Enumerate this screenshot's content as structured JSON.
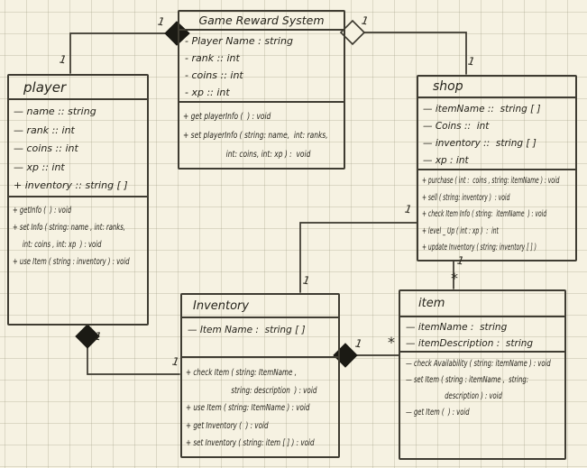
{
  "diagram": {
    "kind": "uml-class-diagram",
    "medium": "hand-drawn on graph paper",
    "paper_color": "#f6f2e2",
    "ink_color": "#3a372d",
    "classes": [
      {
        "name": "Game Reward System",
        "attributes": [
          "- Player Name : string",
          "- rank :: int",
          "- coins :: int",
          "- xp :: int"
        ],
        "methods": [
          "+ get playerInfo (  ) : void",
          "+ set playerInfo ( string: name,  int: ranks,",
          "                    int: coins, int: xp ) :  void"
        ]
      },
      {
        "name": "player",
        "attributes": [
          "— name :: string",
          "— rank :: int",
          "— coins :: int",
          "— xp :: int",
          "+ inventory :: string [ ]"
        ],
        "methods": [
          "+ getInfo (  ) : void",
          "+ set Info ( string: name , int: ranks,",
          "     int: coins , int: xp  ) : void",
          "+ use Item ( string : inventory ) : void"
        ]
      },
      {
        "name": "shop",
        "attributes": [
          "— itemName ::  string [ ]",
          "— Coins ::  int",
          "— inventory ::  string [ ]",
          "— xp : int"
        ],
        "methods": [
          "+ purchase ( int :  coins , string: itemName ) : void",
          "+ sell ( string: inventory )  : void",
          "+ check Item Info ( string:  itemName  ) : void",
          "+ level _ Up ( int : xp )  :  int",
          "+ update Inventory ( string: inventory [ ] )"
        ]
      },
      {
        "name": "Inventory",
        "attributes": [
          "— Item Name :  string [ ]"
        ],
        "methods": [
          "+ check Item ( string: ItemName ,",
          "                      string: description  ) : void",
          "+ use Item ( string: ItemName ) : void",
          "+ get Inventory (  ) : void",
          "+ set Inventory ( string: item [ ] ) : void"
        ]
      },
      {
        "name": "item",
        "attributes": [
          "— itemName :  string",
          "— itemDescription :  string"
        ],
        "methods": [
          "— check Availability ( string: itemName ) : void",
          "— set Item ( string : itemName ,  string:",
          "                    description ) : void",
          "— get Item (  ) : void"
        ]
      }
    ],
    "connectors": [
      {
        "from": "Game Reward System",
        "to": "player",
        "type": "composition",
        "from_label": "1",
        "to_label": "1"
      },
      {
        "from": "Game Reward System",
        "to": "shop",
        "type": "aggregation",
        "from_label": "1",
        "to_label": "1"
      },
      {
        "from": "shop",
        "to": "Inventory",
        "type": "association",
        "from_label": "1",
        "to_label": "1"
      },
      {
        "from": "shop",
        "to": "item",
        "type": "association",
        "from_label": "1",
        "to_label": "*"
      },
      {
        "from": "player",
        "to": "Inventory",
        "type": "composition",
        "from_label": "1",
        "to_label": "1"
      },
      {
        "from": "Inventory",
        "to": "item",
        "type": "composition",
        "from_label": "1",
        "to_label": "*"
      }
    ]
  }
}
